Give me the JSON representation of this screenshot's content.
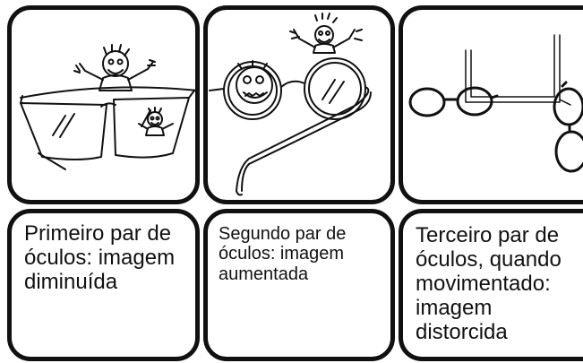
{
  "panels": [
    {
      "illustration": "small-glasses-minifying-man",
      "caption_lines": [
        "Primeiro par de",
        "óculos: imagem",
        "diminuída"
      ]
    },
    {
      "illustration": "round-glasses-magnifying-face",
      "caption_lines": [
        "Segundo par de",
        "óculos: imagem",
        "aumentada"
      ]
    },
    {
      "illustration": "moving-glasses-distorting-frame",
      "caption_lines": [
        "Terceiro par de",
        "óculos, quando",
        "movimentado:",
        "imagem",
        "distorcida"
      ]
    }
  ]
}
